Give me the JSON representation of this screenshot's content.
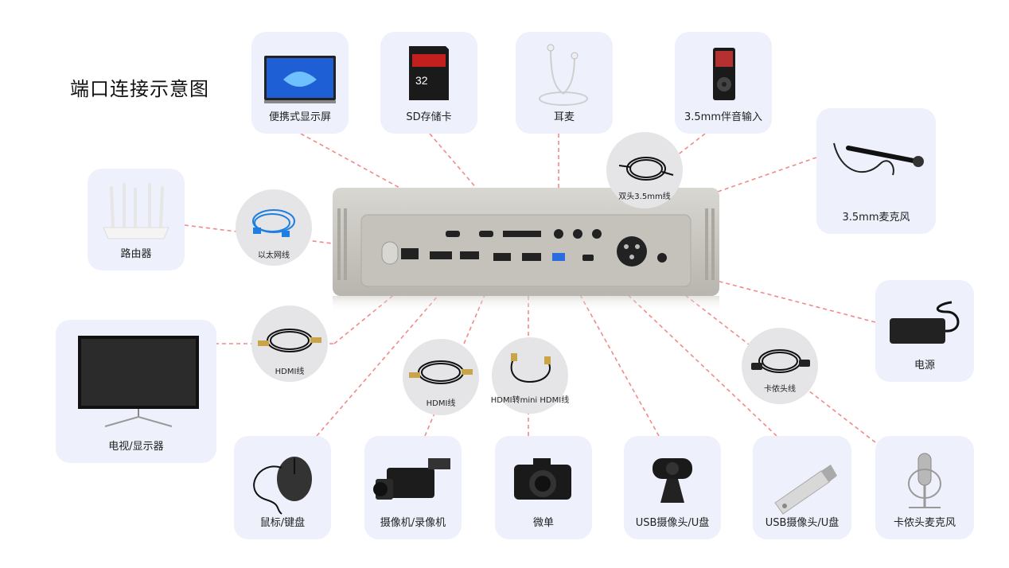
{
  "title": "端口连接示意图",
  "devices": {
    "laptop": "便携式显示屏",
    "sd": "SD存储卡",
    "earphone": "耳麦",
    "mp3": "3.5mm伴音输入",
    "mic35": "3.5mm麦克风",
    "router": "路由器",
    "power": "电源",
    "tv": "电视/显示器",
    "mouse": "鼠标/键盘",
    "camcorder": "摄像机/录像机",
    "camera": "微单",
    "webcam": "USB摄像头/U盘",
    "usbdrive": "USB摄像头/U盘",
    "xlrmic": "卡侬头麦克风"
  },
  "cables": {
    "dual35": "双头3.5mm线",
    "ethernet": "以太网线",
    "hdmi1": "HDMI线",
    "hdmi2": "HDMI线",
    "hdmimini": "HDMI转mini HDMI线",
    "xlr": "卡侬头线"
  },
  "colors": {
    "card_bg": "#eef1fb",
    "circle_bg": "#e5e5e7",
    "connector_line": "#f08a8a",
    "device_body": "#c9c7c1"
  }
}
